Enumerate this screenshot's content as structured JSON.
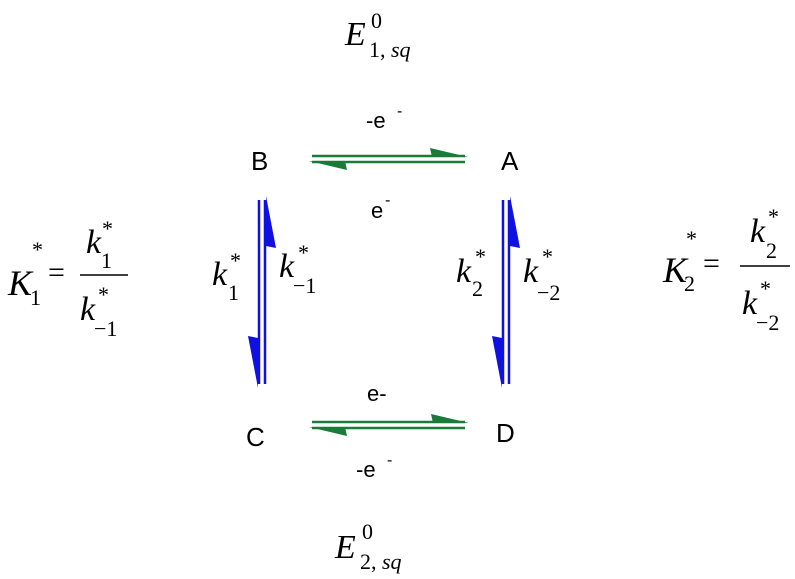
{
  "species": {
    "a": "A",
    "b": "B",
    "c": "C",
    "d": "D"
  },
  "electron_labels": {
    "top_upper": "-e",
    "top_lower": "e",
    "bottom_upper": "e-",
    "bottom_lower": "-e",
    "superscript_minus": "-"
  },
  "potentials": {
    "top": {
      "symbol": "E",
      "superscript": "0",
      "subscript_num": "1,",
      "subscript_sym": "sq"
    },
    "bottom": {
      "symbol": "E",
      "superscript": "0",
      "subscript_num": "2,",
      "subscript_sym": "sq"
    }
  },
  "rate_constants": {
    "left_forward": {
      "symbol": "k",
      "superscript": "*",
      "subscript": "1"
    },
    "left_reverse": {
      "symbol": "k",
      "superscript": "*",
      "subscript": "−1"
    },
    "right_forward": {
      "symbol": "k",
      "superscript": "*",
      "subscript": "2"
    },
    "right_reverse": {
      "symbol": "k",
      "superscript": "*",
      "subscript": "−2"
    }
  },
  "equilibrium": {
    "left": {
      "lhs_symbol": "K",
      "lhs_superscript": "*",
      "lhs_subscript": "1",
      "equals": "=",
      "num_symbol": "k",
      "num_superscript": "*",
      "num_subscript": "1",
      "den_symbol": "k",
      "den_superscript": "*",
      "den_subscript": "−1"
    },
    "right": {
      "lhs_symbol": "K",
      "lhs_superscript": "*",
      "lhs_subscript": "2",
      "equals": "=",
      "num_symbol": "k",
      "num_superscript": "*",
      "num_subscript": "2",
      "den_symbol": "k",
      "den_superscript": "*",
      "den_subscript": "−2"
    }
  },
  "colors": {
    "redox_arrow": "#1a7a3a",
    "chemical_arrow": "#1010e0",
    "text": "#000000"
  }
}
